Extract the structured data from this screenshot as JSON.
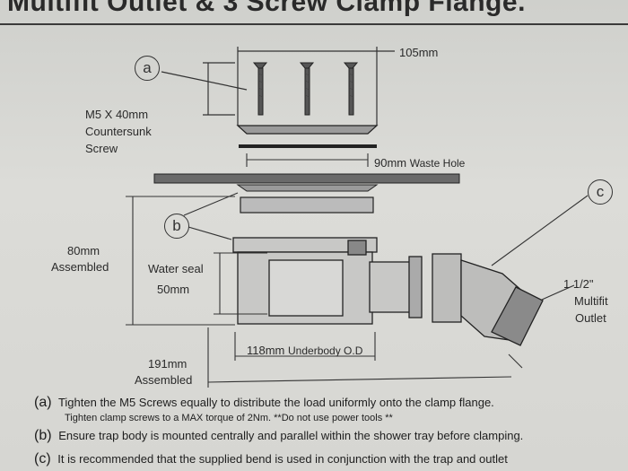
{
  "header": {
    "title": "Multifit Outlet & 3 Screw Clamp Flange."
  },
  "callouts": {
    "a": "a",
    "b": "b",
    "c": "c"
  },
  "dimensions": {
    "width_105": "105mm",
    "screw": [
      "M5 X 40mm",
      "Countersunk",
      "Screw"
    ],
    "waste_hole": "90mm",
    "waste_hole_suffix": "Waste Hole",
    "assembled_height": [
      "80mm",
      "Assembled"
    ],
    "water_seal": [
      "Water seal",
      "50mm"
    ],
    "underbody": "118mm",
    "underbody_suffix": "Underbody O.D",
    "assembled_width": [
      "191mm",
      "Assembled"
    ],
    "outlet": [
      "1 1/2\"",
      "Multifit",
      "Outlet"
    ]
  },
  "notes": {
    "a_key": "(a)",
    "a_text": "Tighten the M5 Screws equally to distribute the load uniformly onto the clamp flange.",
    "a_sub": "Tighten clamp screws to a MAX torque of 2Nm. **Do not use power tools **",
    "b_key": "(b)",
    "b_text": "Ensure trap body is mounted centrally and parallel within the shower tray before clamping.",
    "c_key": "(c)",
    "c_text": "It is recommended that the supplied bend is used in conjunction with the trap and outlet"
  }
}
